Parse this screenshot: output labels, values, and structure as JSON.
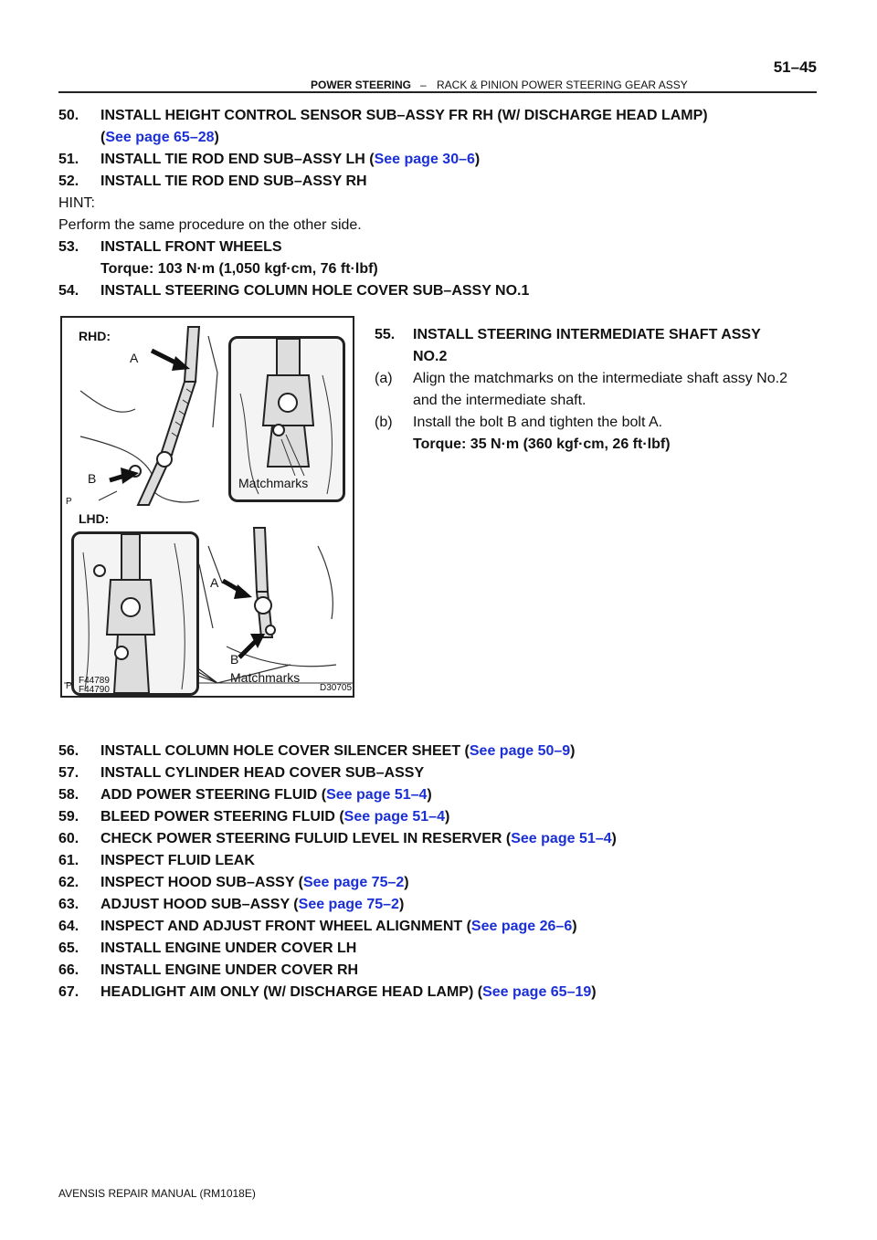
{
  "header": {
    "section": "POWER STEERING",
    "dash": "–",
    "subsection": "RACK & PINION POWER STEERING GEAR ASSY",
    "page_number": "51–45"
  },
  "steps_top": [
    {
      "num": "50.",
      "text": "INSTALL HEIGHT CONTROL SENSOR SUB–ASSY FR RH (W/ DISCHARGE HEAD LAMP)",
      "cont_pre": "(",
      "cont_link": "See page 65–28",
      "cont_post": ")"
    },
    {
      "num": "51.",
      "text": "INSTALL TIE ROD END SUB–ASSY LH (",
      "link": "See page 30–6",
      "post": ")"
    },
    {
      "num": "52.",
      "text": "INSTALL TIE ROD END SUB–ASSY RH"
    },
    {
      "hint_label": "HINT:",
      "hint_text": "Perform the same procedure on the other side."
    },
    {
      "num": "53.",
      "text": "INSTALL FRONT WHEELS",
      "torque": "Torque: 103 N·m (1,050 kgf·cm, 76 ft·lbf)"
    },
    {
      "num": "54.",
      "text": "INSTALL STEERING COLUMN HOLE COVER SUB–ASSY NO.1"
    }
  ],
  "step55": {
    "num": "55.",
    "line1": "INSTALL  STEERING  INTERMEDIATE  SHAFT  ASSY",
    "line2": "NO.2",
    "a_label": "(a)",
    "a_line1": "Align the matchmarks on the intermediate shaft assy No.2",
    "a_line2": "and the intermediate shaft.",
    "b_label": "(b)",
    "b_line1": "Install the bolt B and tighten the bolt A.",
    "b_torque": "Torque: 35 N·m (360 kgf·cm, 26 ft·lbf)"
  },
  "figure": {
    "rhd_label": "RHD:",
    "lhd_label": "LHD:",
    "label_a": "A",
    "label_b": "B",
    "matchmarks": "Matchmarks",
    "p_mark": "P",
    "code1": "F44789",
    "code2": "F44790",
    "code3": "D30705"
  },
  "steps_bottom": [
    {
      "num": "56.",
      "text": "INSTALL COLUMN HOLE COVER SILENCER SHEET (",
      "link": "See page 50–9",
      "post": ")"
    },
    {
      "num": "57.",
      "text": "INSTALL CYLINDER HEAD COVER SUB–ASSY",
      "link": "",
      "post": ""
    },
    {
      "num": "58.",
      "text": "ADD POWER STEERING FLUID (",
      "link": "See page 51–4",
      "post": ")"
    },
    {
      "num": "59.",
      "text": "BLEED POWER STEERING FLUID (",
      "link": "See page 51–4",
      "post": ")"
    },
    {
      "num": "60.",
      "text": "CHECK POWER STEERING FULUID LEVEL IN RESERVER (",
      "link": "See page 51–4",
      "post": ")"
    },
    {
      "num": "61.",
      "text": "INSPECT FLUID LEAK",
      "link": "",
      "post": ""
    },
    {
      "num": "62.",
      "text": "INSPECT HOOD SUB–ASSY (",
      "link": "See page 75–2",
      "post": ")"
    },
    {
      "num": "63.",
      "text": "ADJUST HOOD SUB–ASSY (",
      "link": "See page 75–2",
      "post": ")"
    },
    {
      "num": "64.",
      "text": "INSPECT AND ADJUST FRONT WHEEL ALIGNMENT (",
      "link": "See page 26–6",
      "post": ")"
    },
    {
      "num": "65.",
      "text": "INSTALL ENGINE UNDER COVER LH",
      "link": "",
      "post": ""
    },
    {
      "num": "66.",
      "text": "INSTALL ENGINE UNDER COVER RH",
      "link": "",
      "post": ""
    },
    {
      "num": "67.",
      "text": "HEADLIGHT AIM ONLY (W/ DISCHARGE HEAD LAMP) (",
      "link": "See page 65–19",
      "post": ")"
    }
  ],
  "footer": "AVENSIS REPAIR MANUAL   (RM1018E)",
  "colors": {
    "link": "#1a2fd6",
    "text": "#111111"
  }
}
